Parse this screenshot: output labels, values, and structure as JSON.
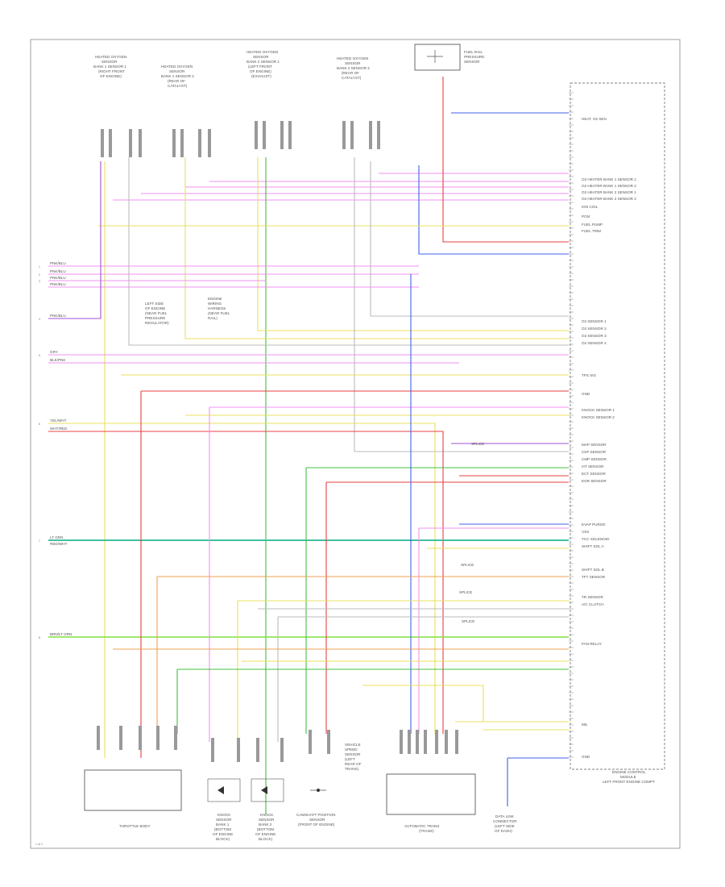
{
  "ecm": {
    "name_lines": [
      "ENGINE CONTROL",
      "MODULE",
      "LEFT FRONT ENGINE COMPT"
    ],
    "pins": [
      "HEAT. O2 SEN",
      "O2 HEATER BANK 1 SENSOR 1",
      "O2 HEATER BANK 1 SENSOR 2",
      "O2 HEATER BANK 2 SENSOR 1",
      "O2 HEATER BANK 2 SENSOR 2",
      "IGN COIL",
      "PCM",
      "FUEL PUMP",
      "FUEL TRIM",
      "O2 SENSOR 1",
      "O2 SENSOR 2",
      "O2 SENSOR 3",
      "O2 SENSOR 4",
      "TPS SIG",
      "GND",
      "KNOCK SENSOR 1",
      "KNOCK SENSOR 2",
      "MAP SENSOR",
      "CKP SENSOR",
      "CMP SENSOR",
      "IAT SENSOR",
      "ECT SENSOR",
      "EGR SENSOR",
      "EVAP PURGE",
      "VSS",
      "TCC SOLENOID",
      "SHIFT SOL A",
      "SHIFT SOL B",
      "TFT SENSOR",
      "TR SENSOR",
      "A/C CLUTCH",
      "FAN RELAY",
      "MIL",
      "GND"
    ],
    "pin_numbers": [
      "1",
      "2",
      "3",
      "4",
      "5",
      "6",
      "7",
      "8",
      "9",
      "10",
      "11",
      "12",
      "13",
      "14",
      "15",
      "16",
      "17",
      "18",
      "19",
      "20",
      "21",
      "22",
      "23",
      "24",
      "25",
      "26",
      "27",
      "28",
      "29",
      "30",
      "31",
      "32",
      "33",
      "34"
    ]
  },
  "top_components": [
    {
      "name_lines": [
        "HEATED OXYGEN",
        "SENSOR",
        "BANK 1 SENSOR 1",
        "(RIGHT FRONT",
        "OF ENGINE)"
      ]
    },
    {
      "name_lines": [
        "HEATED OXYGEN",
        "SENSOR",
        "BANK 1 SENSOR 2",
        "(REAR OF",
        "CATALYST)"
      ]
    },
    {
      "name_lines": [
        "HEATED OXYGEN",
        "SENSOR",
        "BANK 2 SENSOR 1",
        "(LEFT FRONT",
        "OF ENGINE)",
        "(EXHAUST)"
      ]
    },
    {
      "name_lines": [
        "HEATED OXYGEN",
        "SENSOR",
        "BANK 2 SENSOR 2",
        "(REAR OF",
        "CATALYST)"
      ]
    }
  ],
  "fuel_sensor": {
    "name_lines": [
      "FUEL RAIL",
      "PRESSURE",
      "SENSOR"
    ]
  },
  "left_splice": {
    "name_lines": [
      "LEFT SIDE",
      "OF ENGINE",
      "(NEAR FUEL",
      "PRESSURE",
      "REGULATOR)"
    ]
  },
  "mid_splice": {
    "name_lines": [
      "ENGINE",
      "WIRING",
      "HARNESS",
      "(NEAR FUEL",
      "RAIL)"
    ]
  },
  "left_labels": [
    "PNK/BLU",
    "PNK/BLU",
    "PNK/BLU",
    "PNK/BLU",
    "PNK/BLU",
    "GRY",
    "BLK/PNK",
    "YEL/WHT",
    "WHT/RED",
    "LT GRN",
    "RED/WHT",
    "BRN/LT GRN"
  ],
  "left_pins": [
    "1",
    "2",
    "3",
    "4",
    "5",
    "6",
    "7",
    "8"
  ],
  "mid_labels": [
    "SPLICE",
    "SPLICE",
    "SPLICE",
    "SPLICE"
  ],
  "bottom_components": [
    {
      "name_lines": [
        "THROTTLE BODY"
      ]
    },
    {
      "name_lines": [
        "KNOCK",
        "SENSOR",
        "BANK 1",
        "(BOTTOM",
        "OF ENGINE",
        "BLOCK)"
      ]
    },
    {
      "name_lines": [
        "KNOCK",
        "SENSOR",
        "BANK 2",
        "(BOTTOM",
        "OF ENGINE",
        "BLOCK)"
      ]
    },
    {
      "name_lines": [
        "CAMSHAFT POSITION",
        "SENSOR",
        "(FRONT OF ENGINE)"
      ]
    },
    {
      "name_lines": [
        "AUTOMATIC TRANS",
        "(TRANS)"
      ]
    },
    {
      "name_lines": [
        "DATA LINK",
        "CONNECTOR",
        "(LEFT SIDE",
        "OF DASH)"
      ]
    }
  ],
  "cam_sensor_note": {
    "name_lines": [
      "VEHICLE",
      "SPEED",
      "SENSOR",
      "(LEFT",
      "REAR OF",
      "TRANS)"
    ]
  },
  "page_number": "1 of 1",
  "colors": {
    "pink": "#f090f0",
    "purple": "#a050d8",
    "yellow": "#e8e060",
    "red": "#e84040",
    "green": "#40c040",
    "blue": "#4060e8",
    "gray": "#bbbbbb",
    "orange": "#f0a050"
  }
}
